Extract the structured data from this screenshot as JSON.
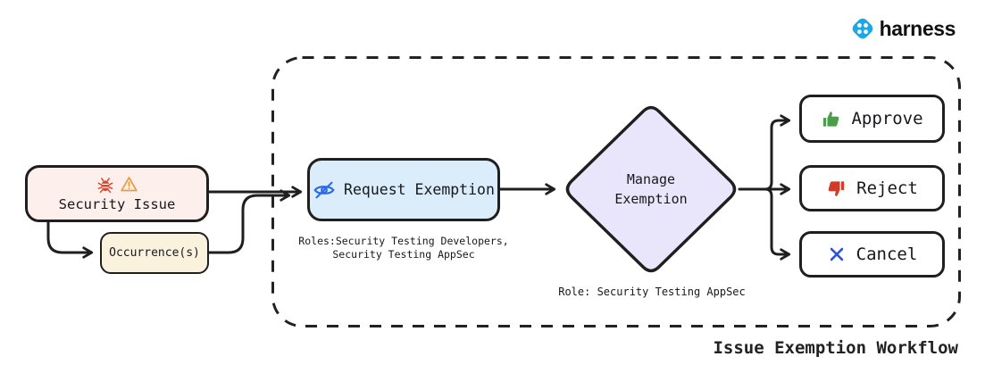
{
  "brand": {
    "name": "harness",
    "logo_color": "#1ba7e8"
  },
  "diagram": {
    "boundary_label": "Issue Exemption Workflow"
  },
  "nodes": {
    "security_issue": {
      "label": "Security Issue",
      "bg": "#fdf0ec",
      "bug_icon_color": "#e0462e",
      "warning_icon_color": "#e89a3c"
    },
    "occurrences": {
      "label": "Occurrence(s)",
      "bg": "#fbf2dd"
    },
    "request_exemption": {
      "label": "Request Exemption",
      "bg": "#dbecfb",
      "icon_color": "#2b6be4",
      "roles_note_line1": "Roles:Security Testing Developers,",
      "roles_note_line2": "Security Testing AppSec"
    },
    "manage_exemption": {
      "label_line1": "Manage",
      "label_line2": "Exemption",
      "bg": "#e9e6fb",
      "role_note": "Role: Security Testing AppSec"
    },
    "approve": {
      "label": "Approve",
      "icon_color": "#4a9e49"
    },
    "reject": {
      "label": "Reject",
      "icon_color": "#d23b28"
    },
    "cancel": {
      "label": "Cancel",
      "icon_color": "#2d53dc"
    }
  },
  "colors": {
    "outline": "#1f1f1f",
    "background": "#ffffff"
  }
}
